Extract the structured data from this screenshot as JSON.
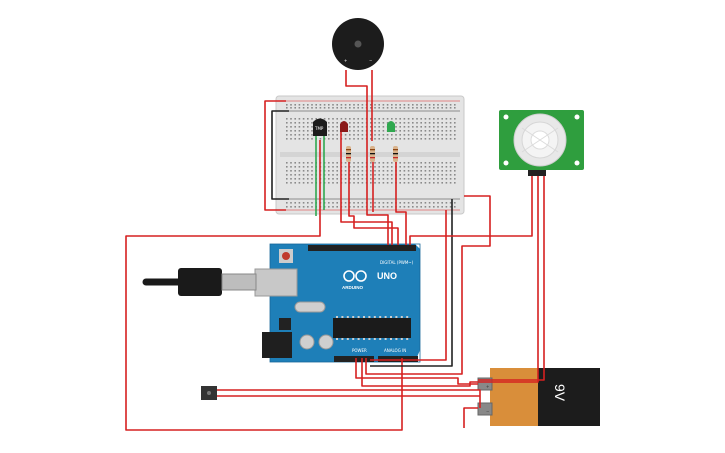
{
  "arduino": {
    "brand": "ARDUINO",
    "model": "UNO",
    "digital_label": "DIGITAL (PWM~)",
    "power_label": "POWER",
    "analog_label": "ANALOG IN",
    "icon": "arduino-infinity-logo"
  },
  "battery": {
    "label": "9V",
    "plus": "+",
    "minus": "−"
  },
  "temperature_sensor": {
    "label": "TMP"
  },
  "buzzer": {
    "plus": "+",
    "minus": "−"
  },
  "pir_sensor": {
    "icon": "pir-dome"
  },
  "colors": {
    "wire_red": "#d62020",
    "wire_black": "#222222",
    "wire_green": "#2fa84f",
    "board_blue": "#1e7fb8",
    "pir_green": "#2f9e3e",
    "battery_orange": "#d98e3a"
  }
}
